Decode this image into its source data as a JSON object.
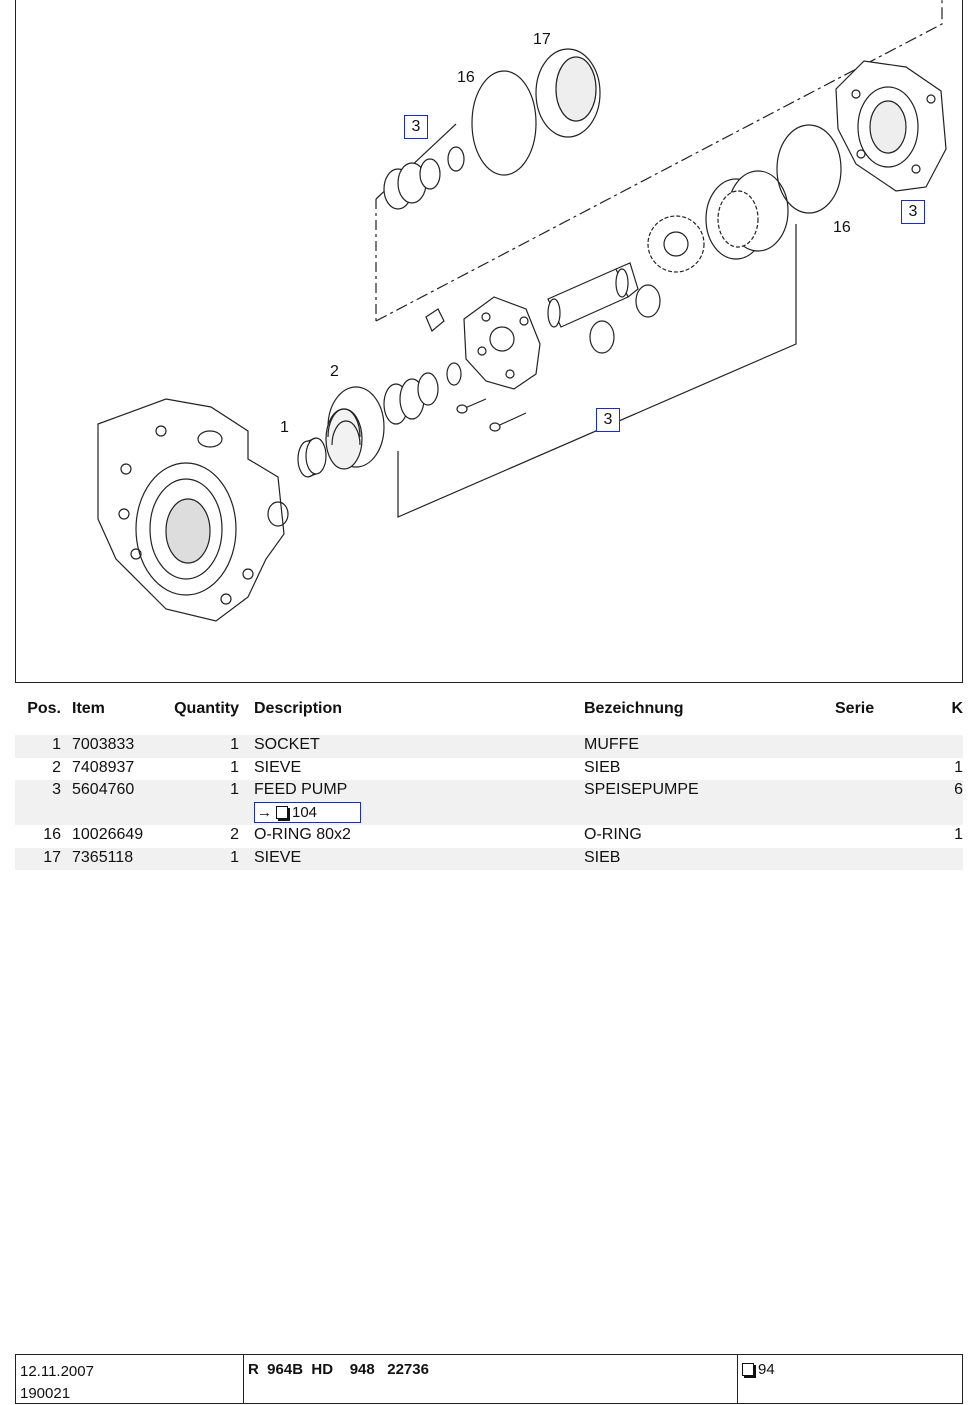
{
  "diagram": {
    "callouts": [
      {
        "label": "3"
      },
      {
        "label": "3"
      },
      {
        "label": "3"
      }
    ],
    "labels": [
      "17",
      "16",
      "16",
      "2",
      "1"
    ]
  },
  "table": {
    "headers": {
      "pos": "Pos.",
      "item": "Item",
      "quantity": "Quantity",
      "description": "Description",
      "bezeichnung": "Bezeichnung",
      "serie": "Serie",
      "k": "K"
    },
    "rows": [
      {
        "pos": "1",
        "item": "7003833",
        "qty": "1",
        "desc": "SOCKET",
        "bez": "MUFFE",
        "serie": "",
        "k": ""
      },
      {
        "pos": "2",
        "item": "7408937",
        "qty": "1",
        "desc": "SIEVE",
        "bez": "SIEB",
        "serie": "",
        "k": "1"
      },
      {
        "pos": "3",
        "item": "5604760",
        "qty": "1",
        "desc": "FEED PUMP",
        "bez": "SPEISEPUMPE",
        "serie": "",
        "k": "6",
        "ref": {
          "arrow": "→",
          "page": "104"
        }
      },
      {
        "pos": "16",
        "item": "10026649",
        "qty": "2",
        "desc": "O-RING 80x2",
        "bez": "O-RING",
        "serie": "",
        "k": "1"
      },
      {
        "pos": "17",
        "item": "7365118",
        "qty": "1",
        "desc": "SIEVE",
        "bez": "SIEB",
        "serie": "",
        "k": ""
      }
    ]
  },
  "footer": {
    "date": "12.11.2007",
    "code": "190021",
    "model": "R  964B  HD    948   22736",
    "page": "94"
  }
}
